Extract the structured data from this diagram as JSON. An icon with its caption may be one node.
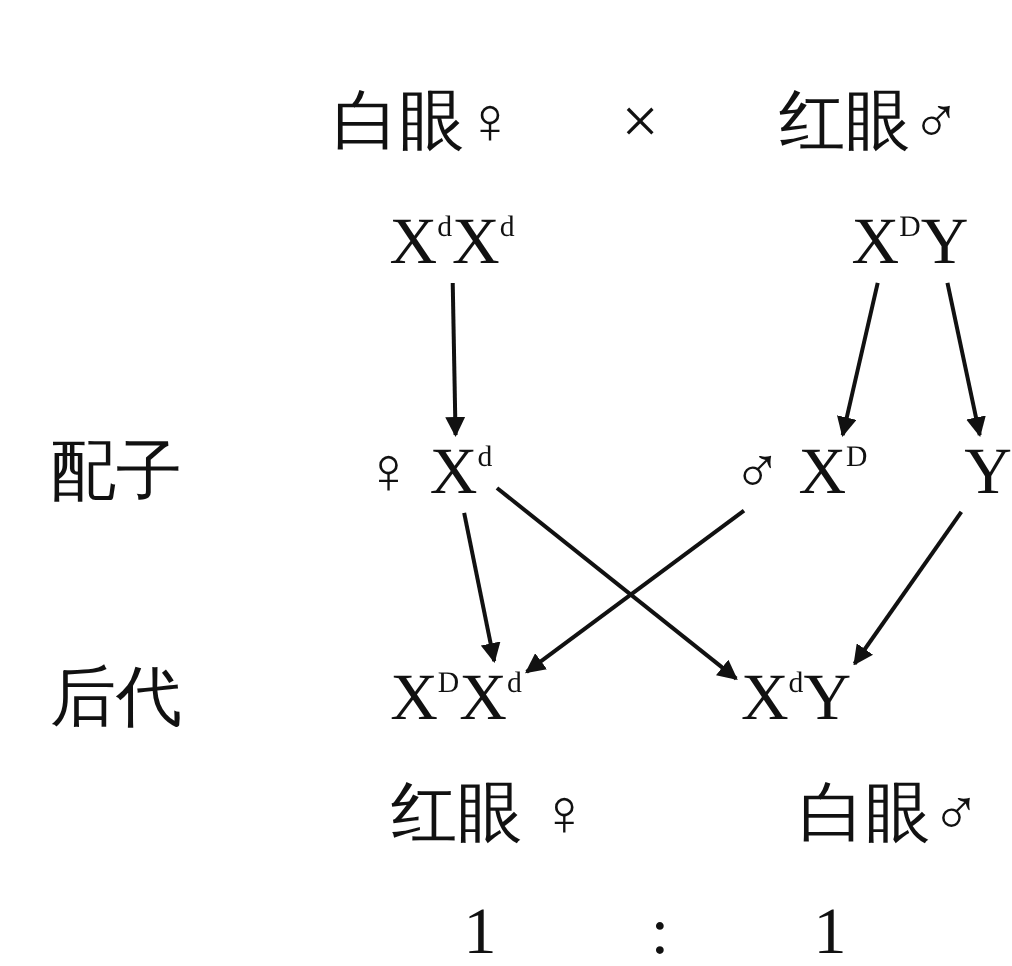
{
  "diagram": {
    "nodes": [
      {
        "text": [
          "X$^{d}$X$^{d}$"
        ]
      },
      {
        "text": [
          "X$^{D}$Y"
        ]
      },
      {
        "text": [
          "♀ X$^{d}$"
        ]
      },
      {
        "text": [
          "♂ X$^{D}$"
        ]
      },
      {
        "text": [
          "Y"
        ]
      },
      {
        "text": [
          "X$^{D}$X$^{d}$"
        ]
      },
      {
        "text": [
          "X$^{d}$Y"
        ]
      }
    ],
    "edges": [
      {
        "from": 0,
        "to": 2,
        "arrow": "to"
      },
      {
        "from": 1,
        "to": 3,
        "arrow": "to"
      },
      {
        "from": 1,
        "to": 4,
        "arrow": "to"
      },
      {
        "from": 2,
        "to": 5,
        "arrow": "to"
      },
      {
        "from": 2,
        "to": 6,
        "arrow": "to"
      },
      {
        "from": 3,
        "to": 5,
        "arrow": "to"
      },
      {
        "from": 4,
        "to": 6,
        "arrow": "to"
      }
    ],
    "labels": [
      "白眼♀",
      "×",
      "红眼♂",
      "配子",
      "后代",
      "红眼 ♀",
      "白眼♂",
      "1",
      ":",
      "1"
    ]
  }
}
